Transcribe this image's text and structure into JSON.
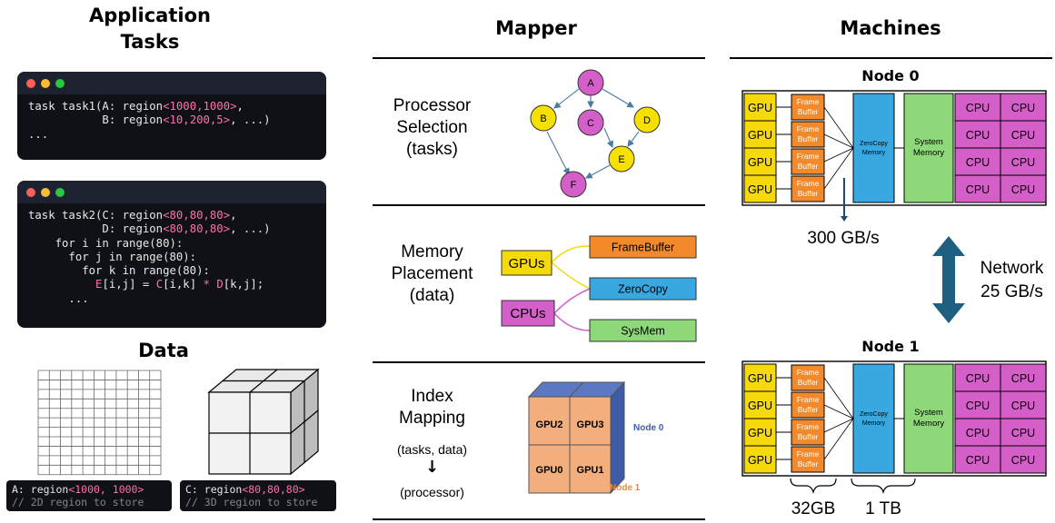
{
  "columns": {
    "tasks_title_line1": "Application",
    "tasks_title_line2": "Tasks",
    "mapper_title": "Mapper",
    "machines_title": "Machines"
  },
  "code1": {
    "line1_pre": "task task1(A: region",
    "line1_args": "<1000,1000>",
    "line1_post": ",",
    "line2_pre": "           B: region",
    "line2_args": "<10,200,5>",
    "line2_post": ", ...)",
    "line3": "..."
  },
  "code2": {
    "line1_pre": "task task2(C: region",
    "line1_args": "<80,80,80>",
    "line1_post": ",",
    "line2_pre": "           D: region",
    "line2_args": "<80,80,80>",
    "line2_post": ", ...)",
    "line3": "    for i in range(80):",
    "line4": "      for j in range(80):",
    "line5": "        for k in range(80):",
    "line6_pre": "          ",
    "line6_e": "E",
    "line6_mid1": "[i,j] = ",
    "line6_c": "C",
    "line6_mid2": "[i,k] ",
    "line6_star": "*",
    "line6_sp": " ",
    "line6_d": "D",
    "line6_end": "[k,j];",
    "line7": "      ..."
  },
  "data_section": {
    "title": "Data",
    "snippet_a_var": "A: region",
    "snippet_a_args": "<1000, 1000>",
    "snippet_a_comment": "// 2D region to store",
    "snippet_c_var": "C: region",
    "snippet_c_args": "<80,80,80>",
    "snippet_c_comment": "// 3D region to store"
  },
  "mapper": {
    "processor_selection": [
      "Processor",
      "Selection",
      "(tasks)"
    ],
    "memory_placement": [
      "Memory",
      "Placement",
      "(data)"
    ],
    "index_mapping": [
      "Index",
      "Mapping"
    ],
    "index_mapping_in": "(tasks, data)",
    "index_mapping_arrow": "↓",
    "index_mapping_out": "(processor)",
    "graph_nodes": [
      "A",
      "B",
      "C",
      "D",
      "E",
      "F"
    ],
    "memory_labels": {
      "gpus": "GPUs",
      "cpus": "CPUs",
      "framebuffer": "FrameBuffer",
      "zerocopy": "ZeroCopy",
      "sysmem": "SysMem"
    },
    "cube_labels": [
      "GPU2",
      "GPU3",
      "GPU0",
      "GPU1"
    ],
    "cube_node0": "Node 0",
    "cube_node1": "Node 1"
  },
  "machines": {
    "node0_title": "Node 0",
    "node1_title": "Node 1",
    "gpu_label": "GPU",
    "cpu_label": "CPU",
    "fb_line1": "Frame",
    "fb_line2": "Buffer",
    "zc_line1": "ZeroCopy",
    "zc_line2": "Memory",
    "sm_line1": "System",
    "sm_line2": "Memory",
    "bandwidth": "300 GB/s",
    "network_line1": "Network",
    "network_line2": "25 GB/s",
    "fb_size": "32GB",
    "sys_size": "1 TB"
  },
  "colors": {
    "gpu_yellow": "#f5d90a",
    "cpu_magenta": "#d45fc8",
    "framebuffer_orange": "#f28a2c",
    "zerocopy_blue": "#3aa8e0",
    "sysmem_green": "#8fd87a",
    "network_arrow": "#1f5f82",
    "cube_orange": "#f2ae7d",
    "cube_blue": "#3e5ba6"
  }
}
